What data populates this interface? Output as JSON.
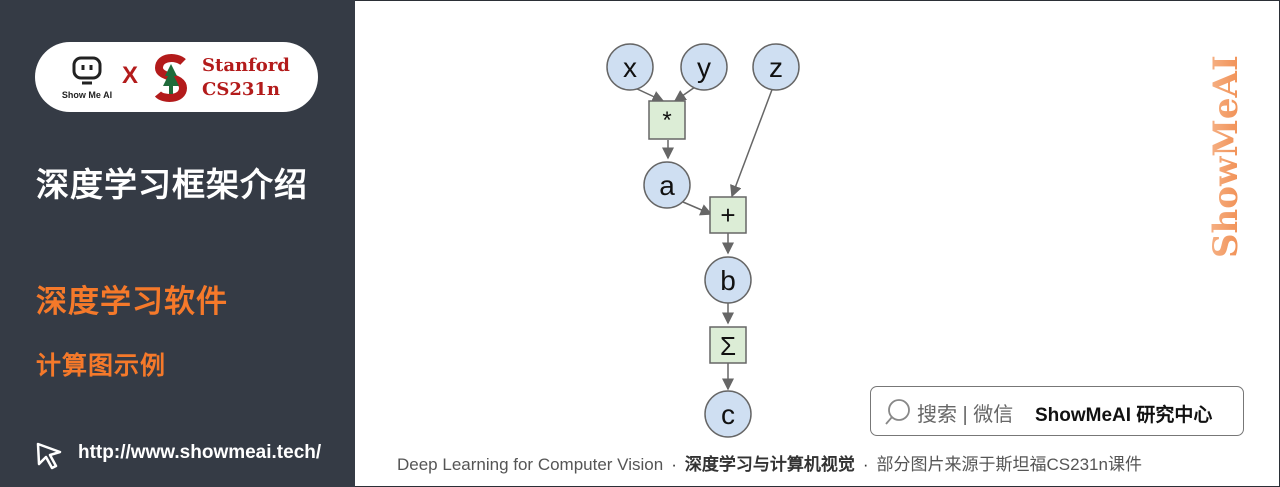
{
  "sidebar": {
    "logo": {
      "showmeai_text": "Show Me AI",
      "times": "X",
      "stanford_line1": "Stanford",
      "stanford_line2": "CS231n"
    },
    "title": "深度学习框架介绍",
    "section": "深度学习软件",
    "subsection": "计算图示例",
    "url": "http://www.showmeai.tech/"
  },
  "graph": {
    "nodes": {
      "x": "x",
      "y": "y",
      "z": "z",
      "a": "a",
      "b": "b",
      "c": "c",
      "mul": "*",
      "add": "+",
      "sum": "Σ"
    },
    "node_fill": "#cfdff2",
    "op_fill": "#dcedd6"
  },
  "watermark": "ShowMeAI",
  "search": {
    "text": "搜索 | 微信",
    "brand": "ShowMeAI 研究中心"
  },
  "footer": {
    "left": "Deep Learning for Computer Vision",
    "middle": "深度学习与计算机视觉",
    "right": "部分图片来源于斯坦福CS231n课件",
    "separator": "·"
  },
  "colors": {
    "sidebar_bg": "#353b45",
    "accent_orange": "#f5792a",
    "stanford_red": "#b31b1b"
  }
}
